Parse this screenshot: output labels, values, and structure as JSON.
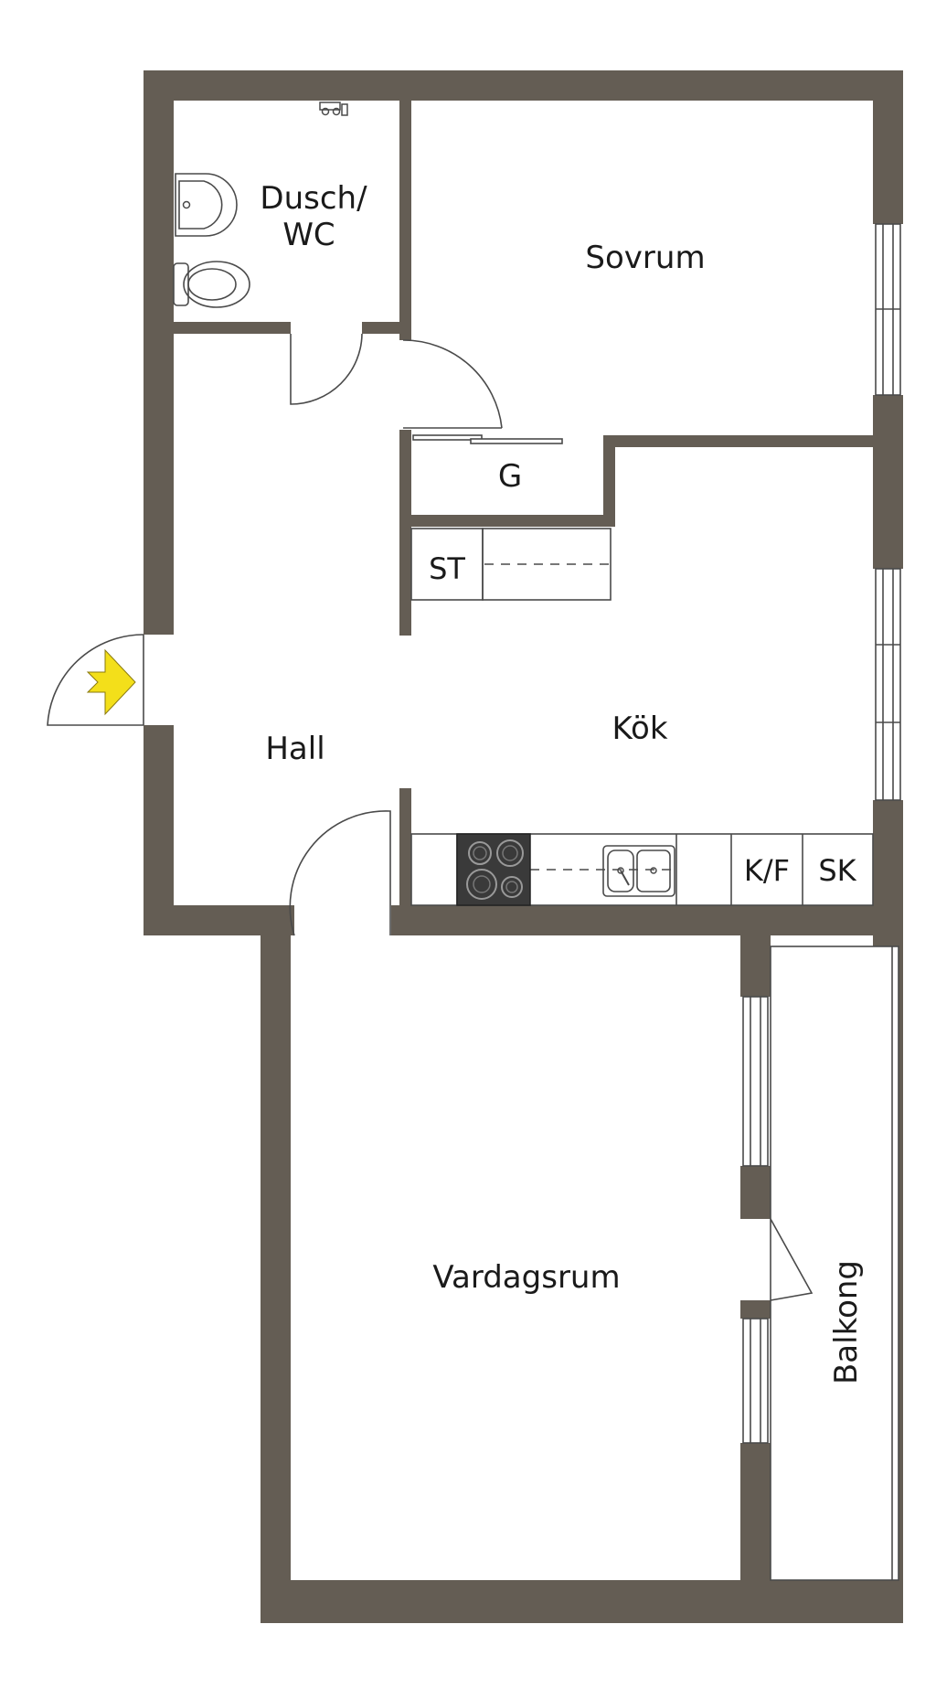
{
  "colors": {
    "wall": "#645d54",
    "line": "#4a4a4a",
    "entry_arrow": "#f3df1a",
    "hob": "#3a3a3a"
  },
  "icons": {
    "entry": "entry-arrow-icon",
    "toilet": "toilet-icon",
    "washbasin": "washbasin-icon",
    "shower_tap": "shower-tap-icon",
    "hob": "hob-icon",
    "sink": "sink-icon"
  },
  "rooms": {
    "dusch_wc_line1": "Dusch/",
    "dusch_wc_line2": "WC",
    "sovrum": "Sovrum",
    "garderob": "G",
    "hall": "Hall",
    "kok": "Kök",
    "vardagsrum": "Vardagsrum",
    "balkong": "Balkong"
  },
  "units": {
    "st": "ST",
    "kf": "K/F",
    "sk": "SK"
  }
}
